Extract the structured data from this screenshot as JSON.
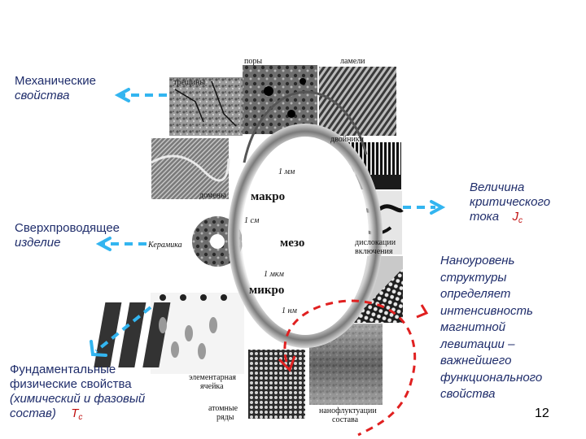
{
  "left": {
    "mech_title": "Механические",
    "mech_sub": "свойства",
    "super_title": "Сверхпроводящее",
    "super_sub": "изделие",
    "fund_l1": "Фундаментальные",
    "fund_l2": "физические свойства",
    "fund_l3": "(химический и фазовый",
    "fund_l4": "состав)",
    "fund_sym": "T",
    "fund_sub": "c"
  },
  "right": {
    "crit_l1": "Величина",
    "crit_l2": "критического",
    "crit_l3": "тока",
    "crit_sym": "J",
    "crit_sub": "c",
    "nano_lines": [
      "Наноуровень",
      "структуры",
      "определяет",
      "интенсивность",
      "магнитной",
      "левитации –",
      "важнейшего",
      "функционального",
      "свойства"
    ]
  },
  "page_number": "12",
  "labels": {
    "pory": "поры",
    "lameli": "ламели",
    "treshchiny": "трещины",
    "dvoiniki": "двойники",
    "domeny": "домены",
    "keramika": "Керамика",
    "dislokatsii": "дислокации",
    "vklyucheniya": "включения",
    "elem_l1": "элементарная",
    "elem_l2": "ячейка",
    "atom_l1": "атомные",
    "atom_l2": "ряды",
    "nano_l1": "нанофлуктуации",
    "nano_l2": "состава"
  },
  "levels": {
    "makro": "макро",
    "mezo": "мезо",
    "mikro": "микро"
  },
  "scales": {
    "s1": "1 мм",
    "s2": "1 см",
    "s3": "1 мкм",
    "s4": "1 нм"
  },
  "colors": {
    "text_blue": "#1f2d6b",
    "arrow_blue": "#33b5f0",
    "dashed_red": "#e02020",
    "ring_gray": "#9a9a9a"
  }
}
